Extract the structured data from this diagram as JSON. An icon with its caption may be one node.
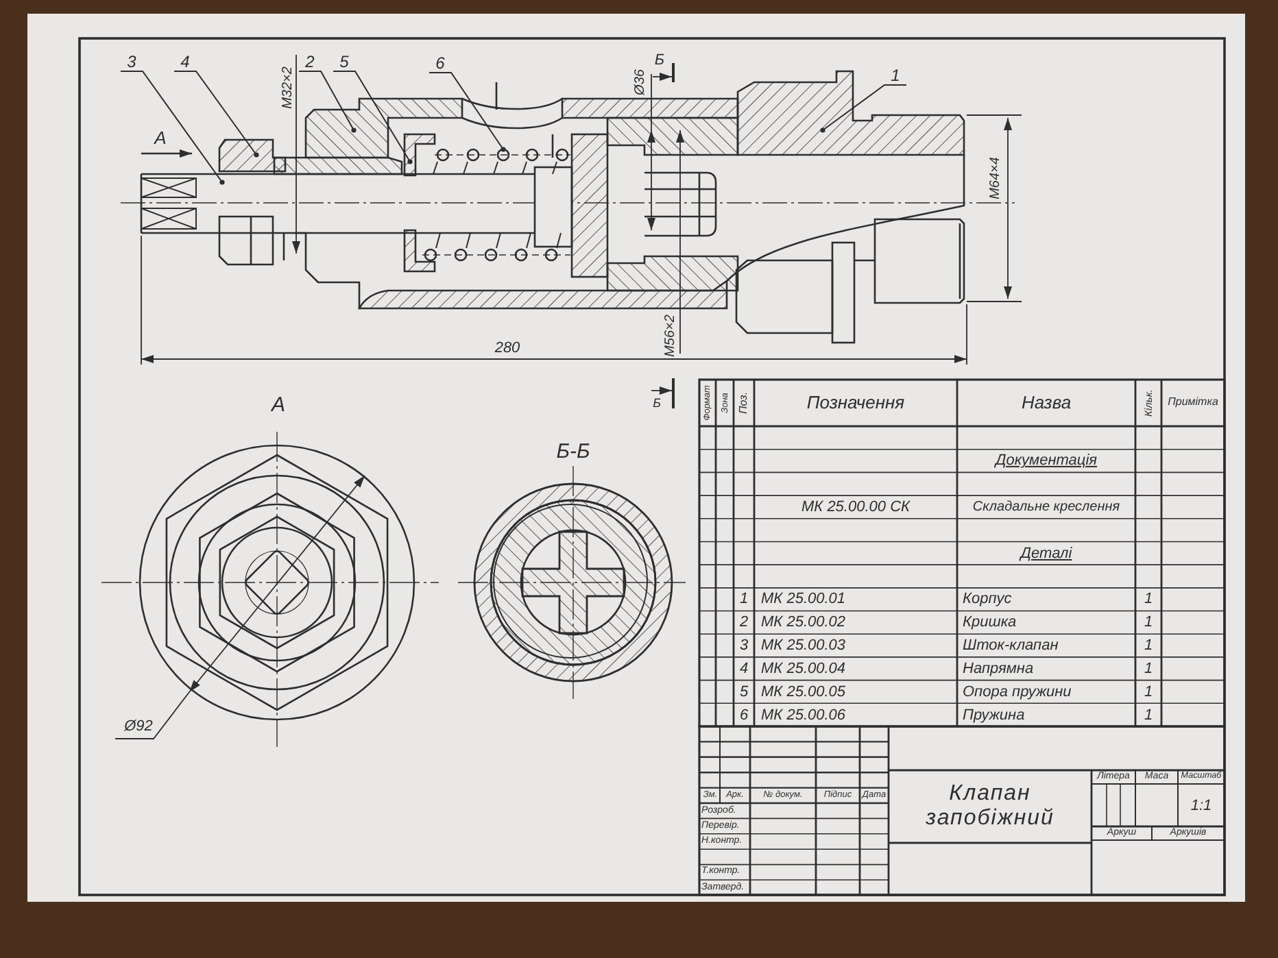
{
  "diagram": {
    "nodes": [
      {
        "text": [
          "3"
        ]
      },
      {
        "text": [
          "4"
        ]
      },
      {
        "text": [
          "2"
        ]
      },
      {
        "text": [
          "5"
        ]
      },
      {
        "text": [
          "6"
        ]
      },
      {
        "text": [
          "1"
        ]
      }
    ],
    "edges": [
      {
        "from": 0,
        "to": null,
        "arrow": "other"
      },
      {
        "from": 1,
        "to": null,
        "arrow": "other"
      },
      {
        "from": 2,
        "to": null,
        "arrow": "other"
      },
      {
        "from": 3,
        "to": null,
        "arrow": "other"
      },
      {
        "from": 4,
        "to": null,
        "arrow": "other"
      },
      {
        "from": 5,
        "to": null,
        "arrow": "other"
      }
    ],
    "labels": [
      "Б",
      "М32×2",
      "Ø36",
      "А",
      "М64×4",
      "М56×2",
      "280",
      "А",
      "Б",
      "Б-Б",
      "Ø92",
      "Формат",
      "Зона",
      "Поз.",
      "Позначення",
      "Назва",
      "Кільк.",
      "Примітка",
      "Документація",
      "МК 25.00.00 СК",
      "Складальне креслення",
      "Деталі",
      "1",
      "МК 25.00.01",
      "Корпус",
      "1",
      "2",
      "МК 25.00.02",
      "Кришка",
      "1",
      "3",
      "МК 25.00.03",
      "Шток-клапан",
      "1",
      "4",
      "МК 25.00.04",
      "Напрямна",
      "1",
      "5",
      "МК 25.00.05",
      "Опора пружини",
      "1",
      "6",
      "МК 25.00.06",
      "Пружина",
      "1",
      "Зм.",
      "Арк.",
      "№ докум.",
      "Підпис",
      "Дата",
      "Розроб.",
      "Перевір.",
      "Н.контр.",
      "Т.контр.",
      "Затверд.",
      "Клапан запобіжний",
      "Літера",
      "Маса",
      "Масштаб",
      "1:1",
      "Аркуш",
      "Аркушів"
    ]
  }
}
